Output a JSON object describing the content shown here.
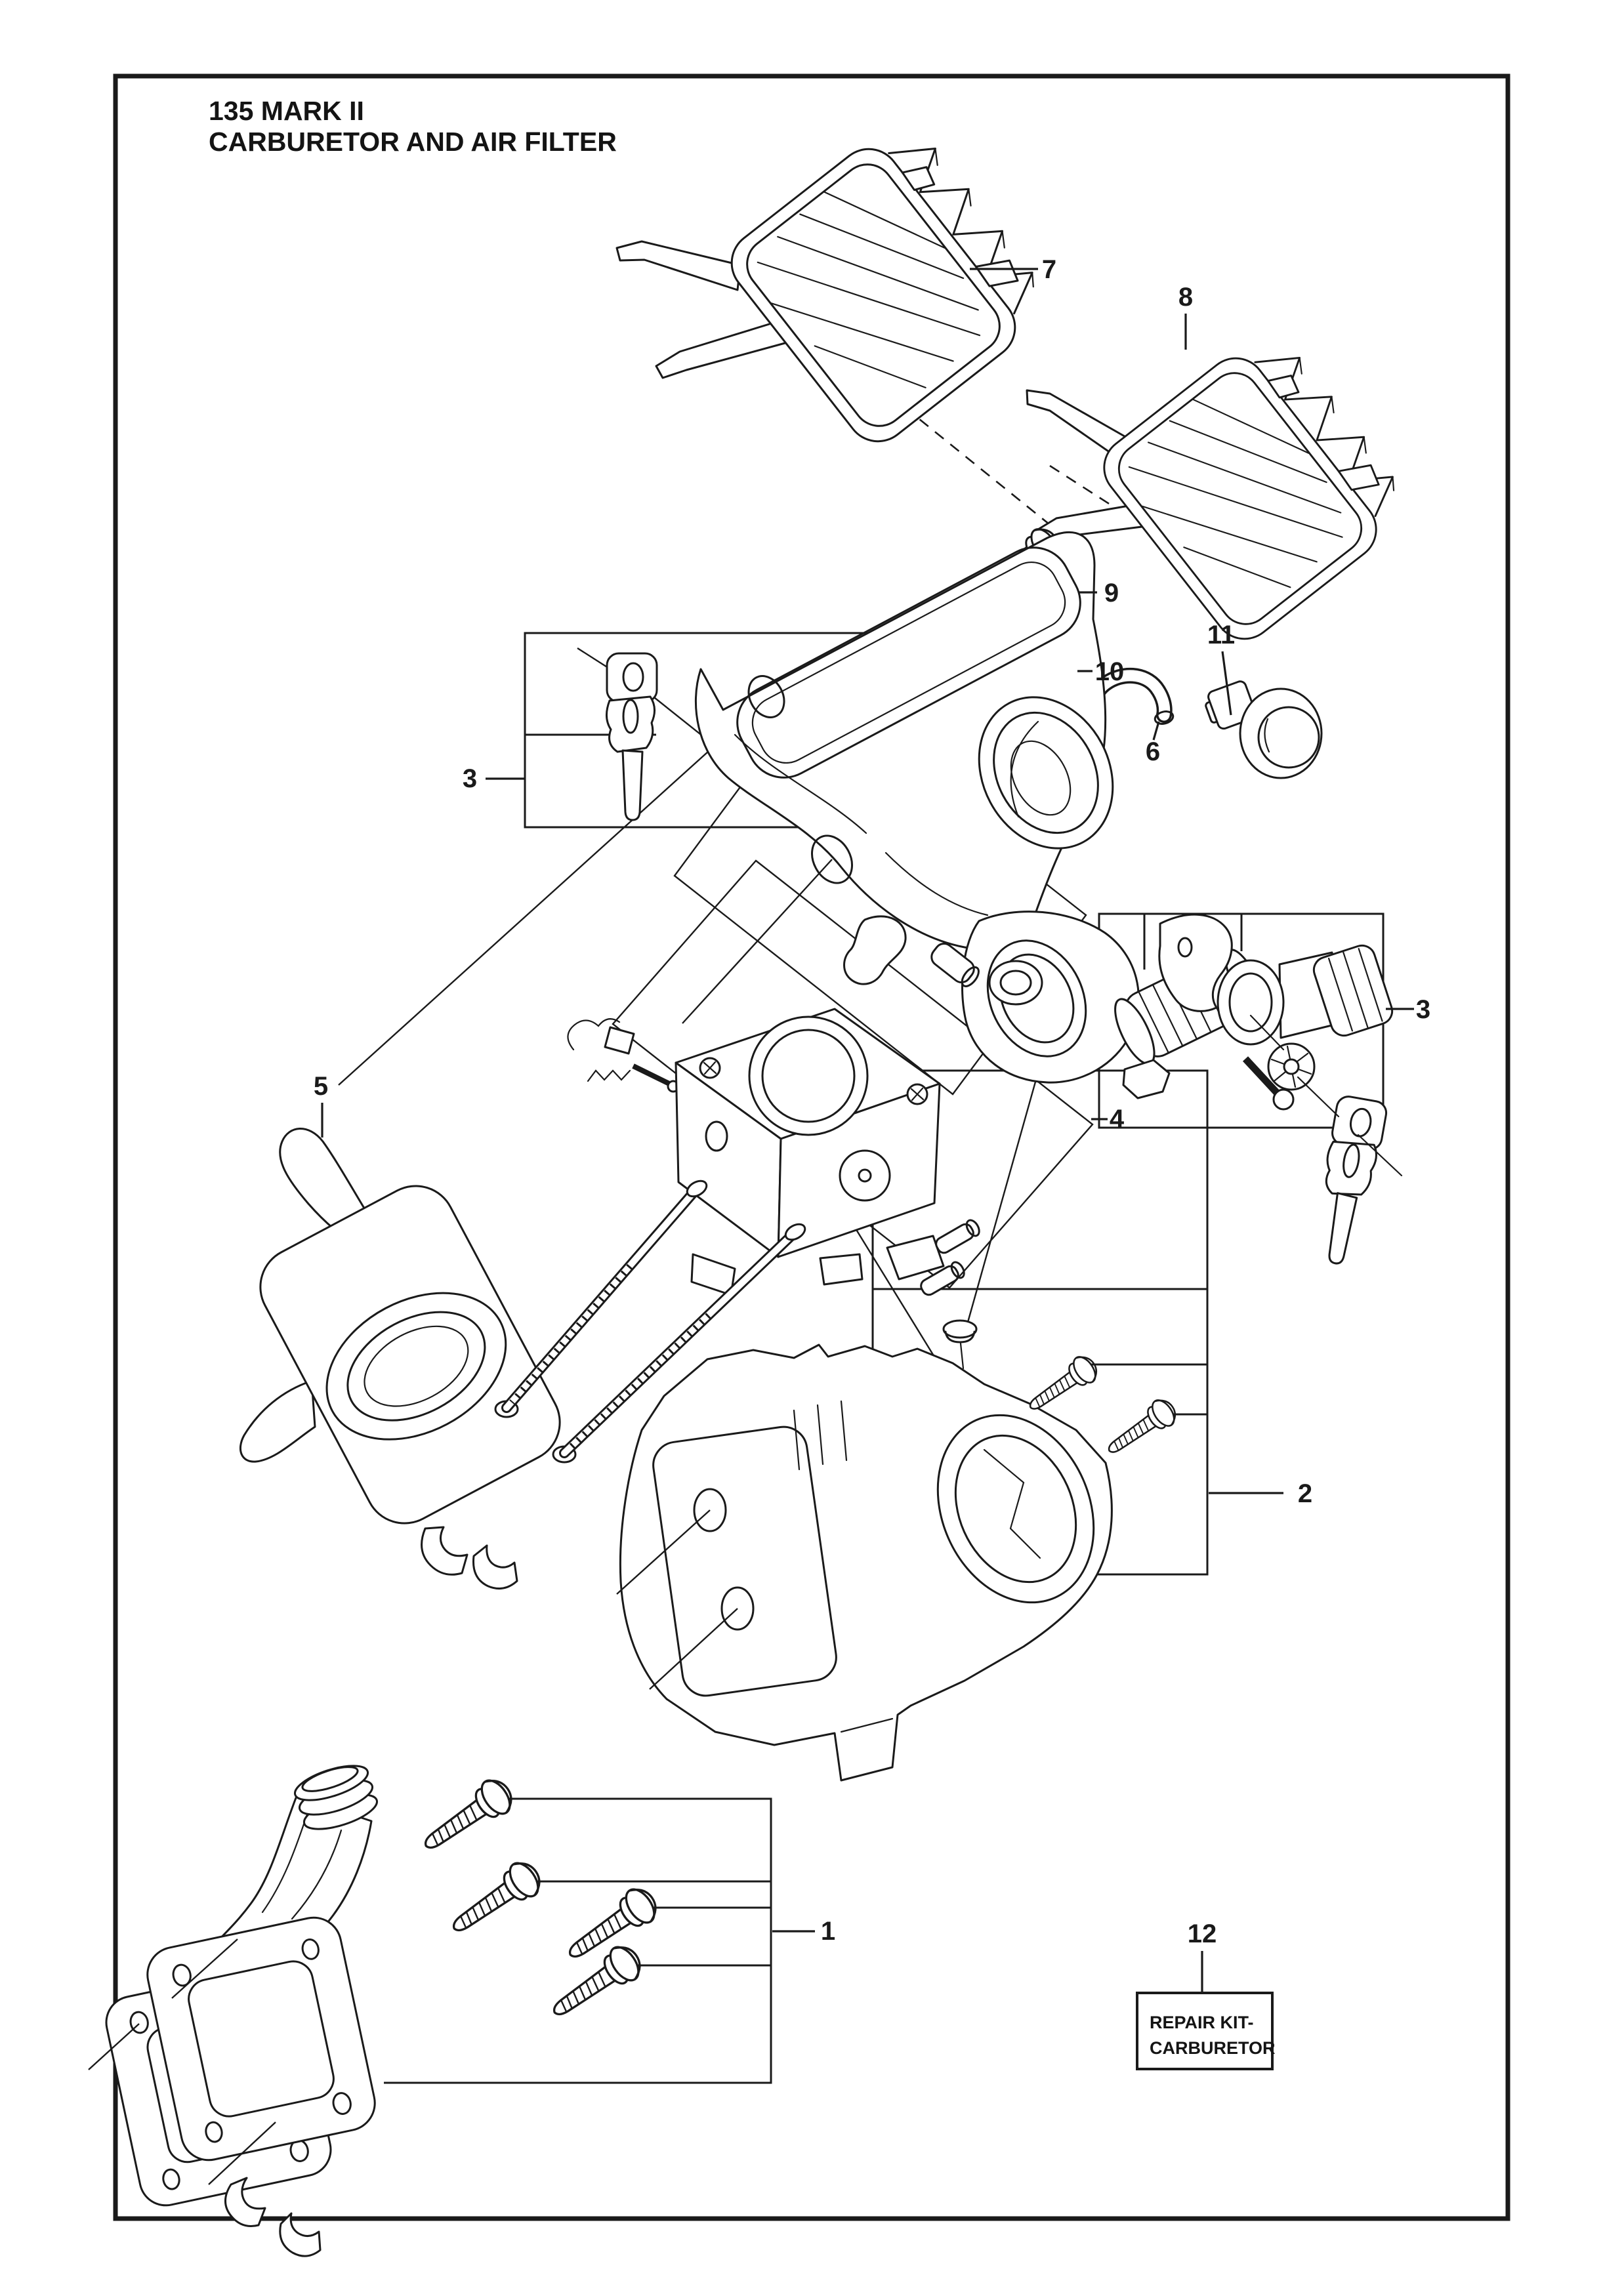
{
  "page": {
    "title_line1": "135 MARK II",
    "title_line2": "CARBURETOR AND AIR FILTER"
  },
  "colors": {
    "ink": "#1a1a1a",
    "paper": "#ffffff"
  },
  "callouts": {
    "c1": {
      "label": "1"
    },
    "c2": {
      "label": "2"
    },
    "c3": {
      "label": "3"
    },
    "c4": {
      "label": "4"
    },
    "c5": {
      "label": "5"
    },
    "c6": {
      "label": "6"
    },
    "c7": {
      "label": "7"
    },
    "c8": {
      "label": "8"
    },
    "c9": {
      "label": "9"
    },
    "c10": {
      "label": "10"
    },
    "c11": {
      "label": "11"
    },
    "c12": {
      "label": "12"
    }
  },
  "repair_kit": {
    "line1": "REPAIR KIT-",
    "line2": "CARBURETOR"
  }
}
